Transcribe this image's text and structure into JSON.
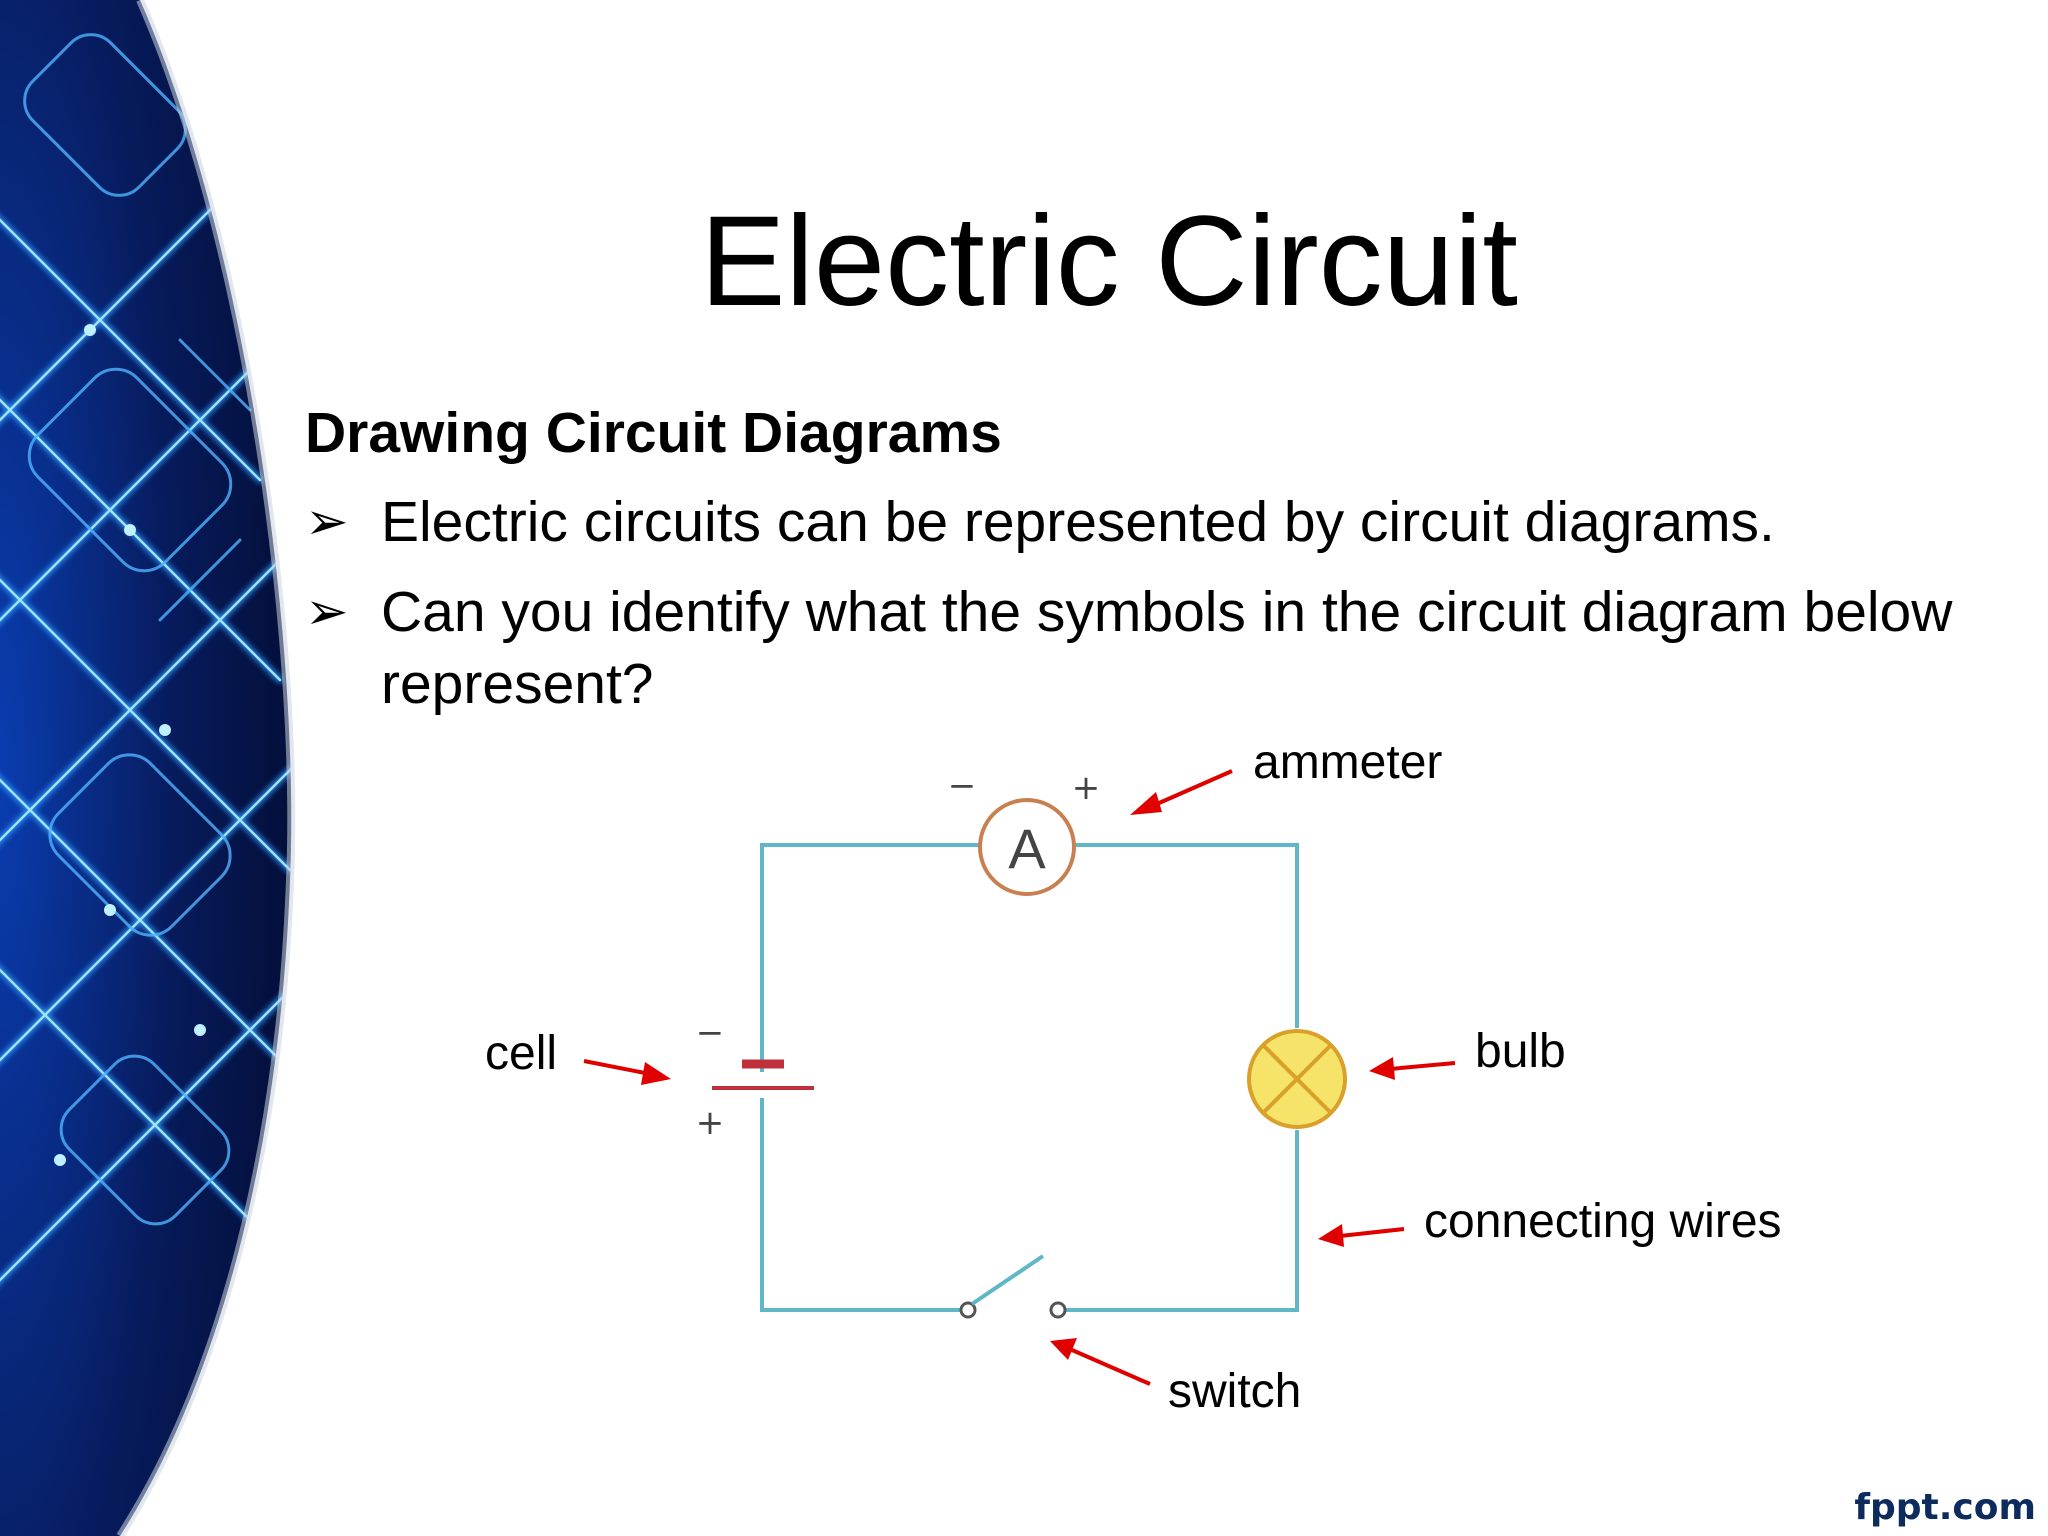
{
  "slide": {
    "title": "Electric Circuit",
    "subheading": "Drawing Circuit Diagrams",
    "bullets": [
      {
        "text": "Electric circuits can be represented by circuit diagrams."
      },
      {
        "text": "Can you identify what the symbols in the circuit diagram below represent?"
      }
    ],
    "bullet_glyph": "➢"
  },
  "diagram": {
    "labels": {
      "ammeter": "ammeter",
      "cell": "cell",
      "bulb": "bulb",
      "wires": "connecting wires",
      "switch": "switch"
    },
    "ammeter_letter": "A",
    "minus_sign": "−",
    "plus_sign": "+",
    "colors": {
      "wire": "#5fb7c8",
      "arrow": "#e00000",
      "bulb_fill": "#f6e36a",
      "bulb_stroke": "#d9a02a",
      "ammeter_stroke": "#c98050",
      "cell_long": "#c0303b",
      "cell_short": "#c0303b"
    }
  },
  "branding": {
    "text": "fppt.com"
  },
  "background": {
    "theme": "blue-circuit-board",
    "colors": [
      "#071b5c",
      "#0a3db0",
      "#2e9bff",
      "#9fe3ff"
    ]
  }
}
